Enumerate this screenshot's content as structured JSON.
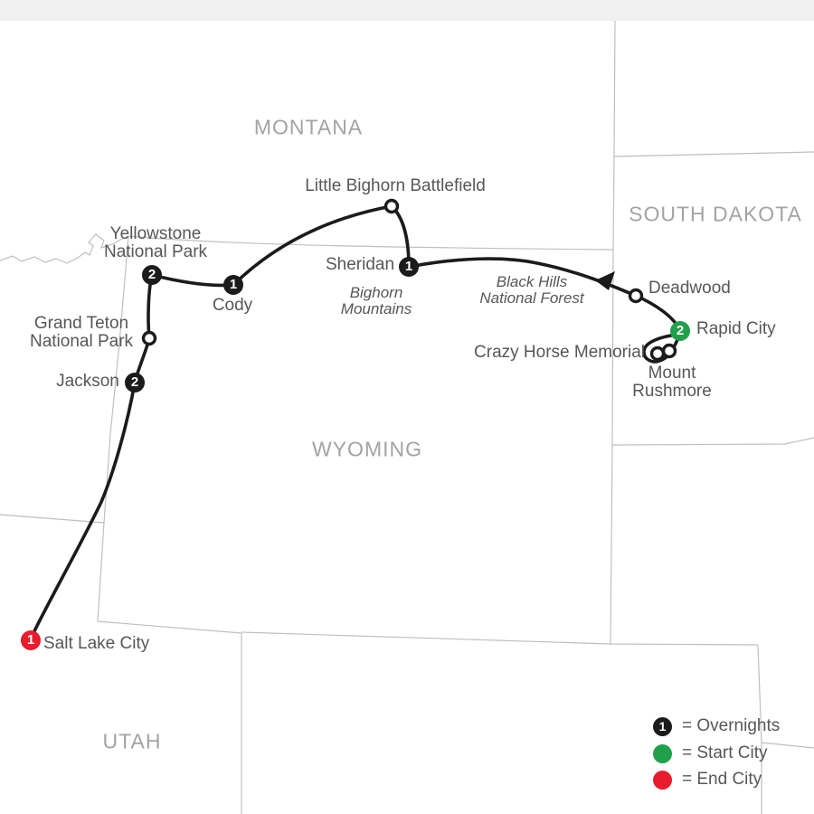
{
  "states": {
    "montana": "MONTANA",
    "south_dakota": "SOUTH DAKOTA",
    "wyoming": "WYOMING",
    "utah": "UTAH"
  },
  "stops": {
    "salt_lake_city": {
      "label": "Salt Lake City",
      "nights": "1",
      "type": "end-city"
    },
    "jackson": {
      "label": "Jackson",
      "nights": "2",
      "type": "overnight"
    },
    "grand_teton": {
      "line1": "Grand Teton",
      "line2": "National Park",
      "type": "visit"
    },
    "yellowstone": {
      "line1": "Yellowstone",
      "line2": "National Park",
      "nights": "2",
      "type": "overnight"
    },
    "cody": {
      "label": "Cody",
      "nights": "1",
      "type": "overnight"
    },
    "little_bighorn": {
      "label": "Little Bighorn Battlefield",
      "type": "visit"
    },
    "sheridan": {
      "label": "Sheridan",
      "nights": "1",
      "type": "overnight"
    },
    "deadwood": {
      "label": "Deadwood",
      "type": "visit"
    },
    "rapid_city": {
      "label": "Rapid City",
      "nights": "2",
      "type": "start-city"
    },
    "crazy_horse": {
      "label": "Crazy Horse Memorial",
      "type": "visit"
    },
    "mount_rushmore": {
      "line1": "Mount",
      "line2": "Rushmore",
      "type": "visit"
    }
  },
  "areas": {
    "bighorn": {
      "line1": "Bighorn",
      "line2": "Mountains"
    },
    "black_hills": {
      "line1": "Black Hills",
      "line2": "National Forest"
    }
  },
  "legend": {
    "overnights": {
      "marker": "1",
      "label": "=  Overnights"
    },
    "start": {
      "label": "=  Start City"
    },
    "end": {
      "label": "=  End City"
    }
  },
  "colors": {
    "route": "#1b1b1b",
    "overnight_marker": "#1b1b1b",
    "start_city_marker": "#21a04b",
    "end_city_marker": "#e81c2d",
    "state_border": "#bdbfc1",
    "state_label": "#a1a3a6",
    "place_label": "#57575a",
    "top_band": "#f0f0f1"
  }
}
